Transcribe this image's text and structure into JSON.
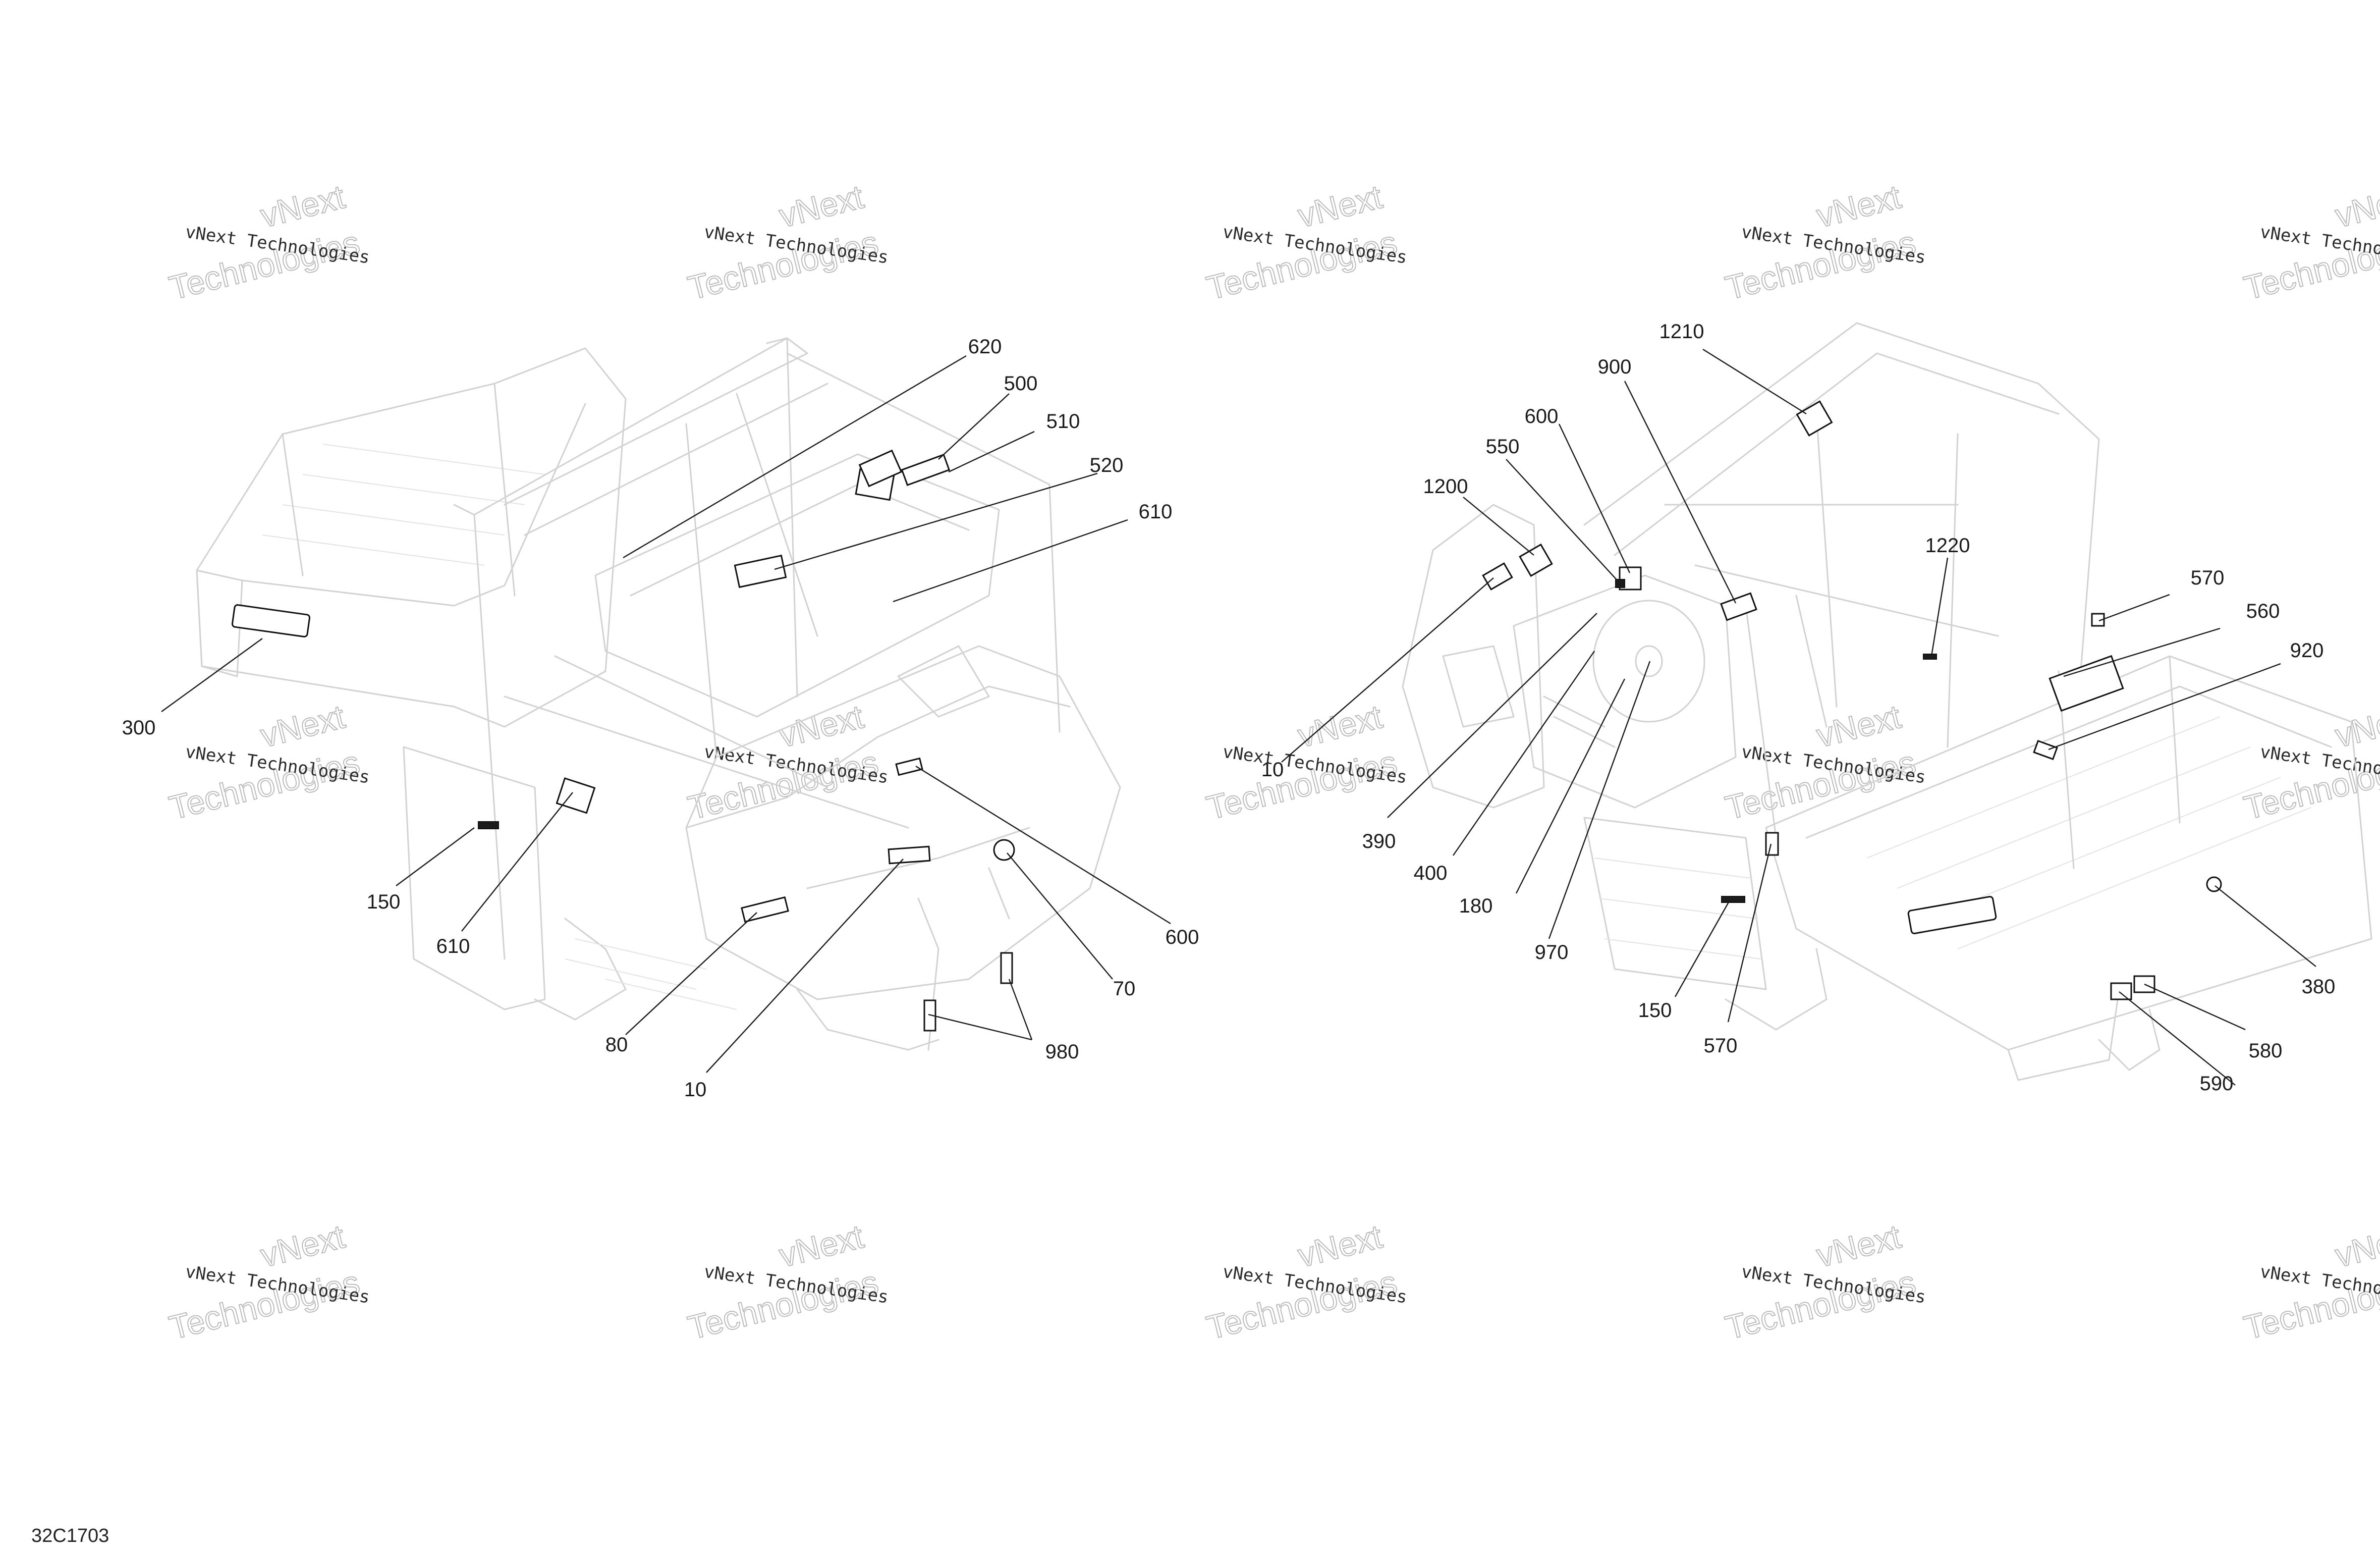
{
  "watermark": {
    "line1": "vNext Technologies",
    "line2": "vNext",
    "line3": "Technologies"
  },
  "reference_code": "32C1703",
  "left_view": {
    "callouts": [
      "620",
      "500",
      "510",
      "520",
      "610",
      "300",
      "150",
      "610",
      "80",
      "10",
      "980",
      "70",
      "600"
    ]
  },
  "right_view": {
    "callouts": [
      "1210",
      "900",
      "600",
      "550",
      "1200",
      "1220",
      "570",
      "560",
      "920",
      "10",
      "390",
      "400",
      "180",
      "970",
      "150",
      "570",
      "590",
      "580",
      "380"
    ]
  }
}
